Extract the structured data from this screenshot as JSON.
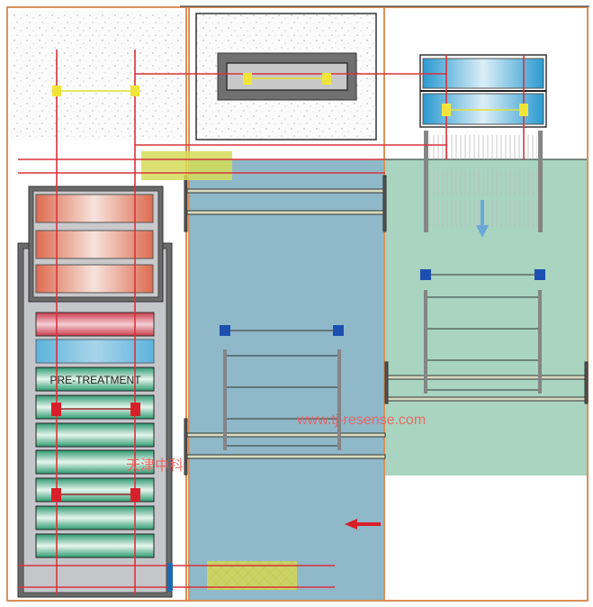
{
  "labels": {
    "pretreatment": "PRE-TREATMENT",
    "watermark_url": "www.tj-resense.com",
    "watermark_cn": "天津中科"
  },
  "colors": {
    "frame": "#d9905a",
    "pipe": "#d8333c",
    "tank_blue": "#8fb8c8",
    "tank_green": "#a9d4c0",
    "marker_yellow": "#f0e43a",
    "marker_blue": "#1d4fb0",
    "marker_red": "#d8202a"
  },
  "icons": {
    "flow_down": "arrow-down-icon",
    "flow_left": "arrow-left-icon"
  }
}
